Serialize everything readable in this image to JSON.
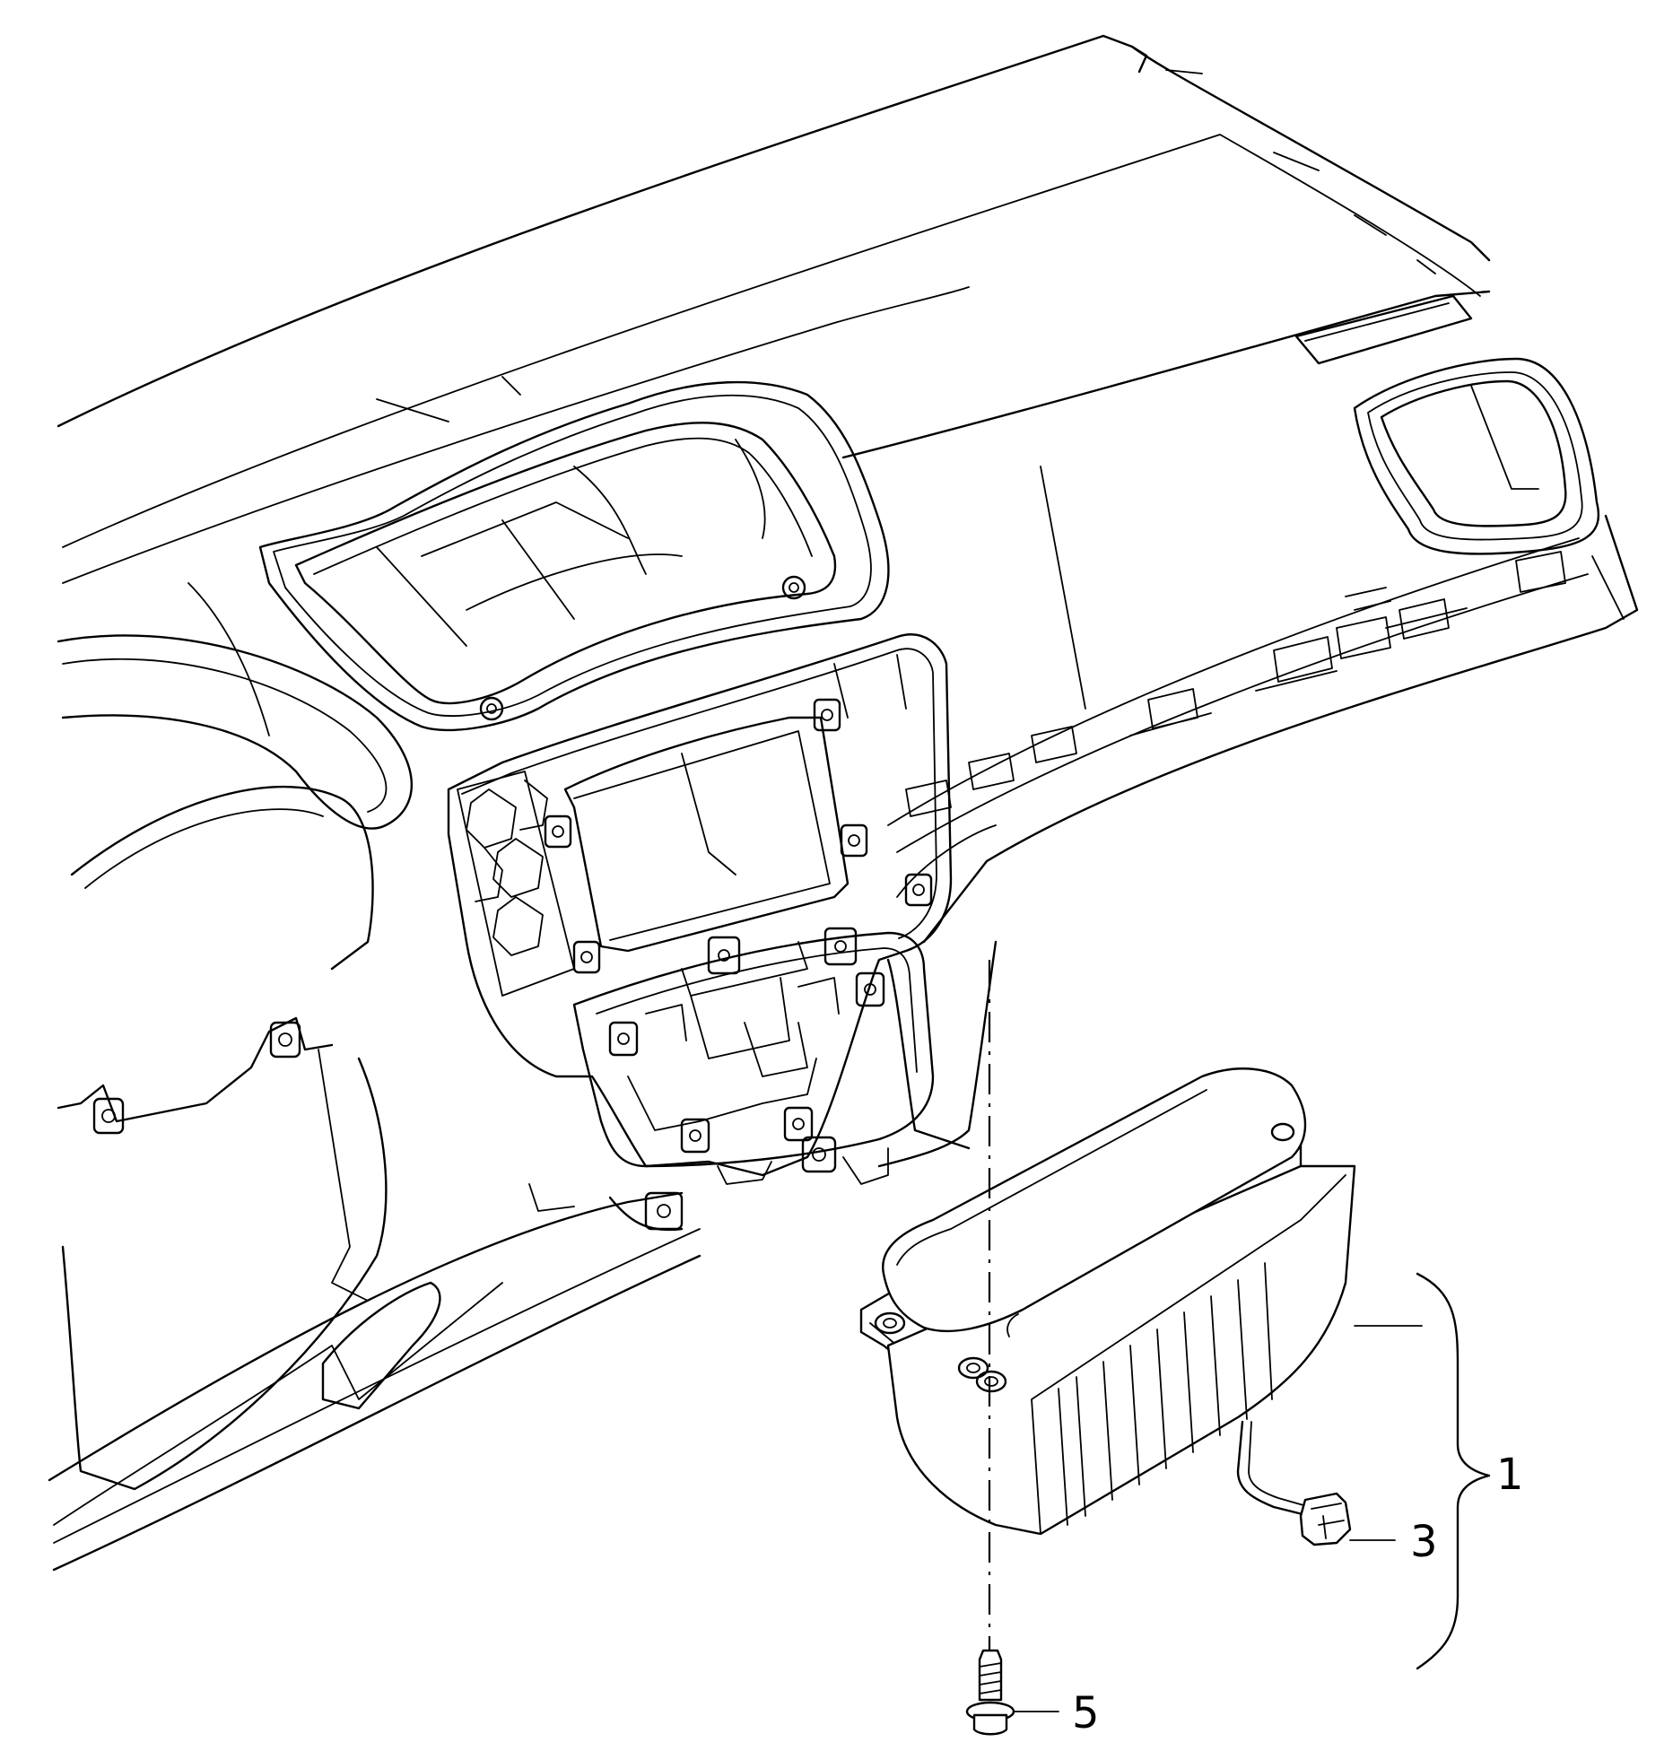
{
  "callouts": [
    {
      "id": "airbag-unit",
      "label": "1"
    },
    {
      "id": "connector",
      "label": "3"
    },
    {
      "id": "bolt",
      "label": "5"
    }
  ]
}
